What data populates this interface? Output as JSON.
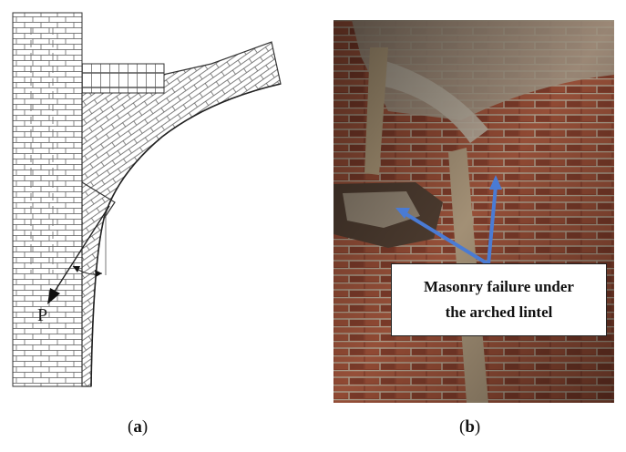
{
  "diagram": {
    "load_label": "P"
  },
  "photo": {
    "callout_line1": "Masonry failure under",
    "callout_line2": "the arched lintel",
    "colors": {
      "arrow": "#4a7bd4",
      "brick": "#a8543b",
      "mortar": "#c9b9a4",
      "plaster": "#b7aa98"
    }
  },
  "captions": {
    "a": {
      "open": "(",
      "letter": "a",
      "close": ")"
    },
    "b": {
      "open": "(",
      "letter": "b",
      "close": ")"
    }
  }
}
